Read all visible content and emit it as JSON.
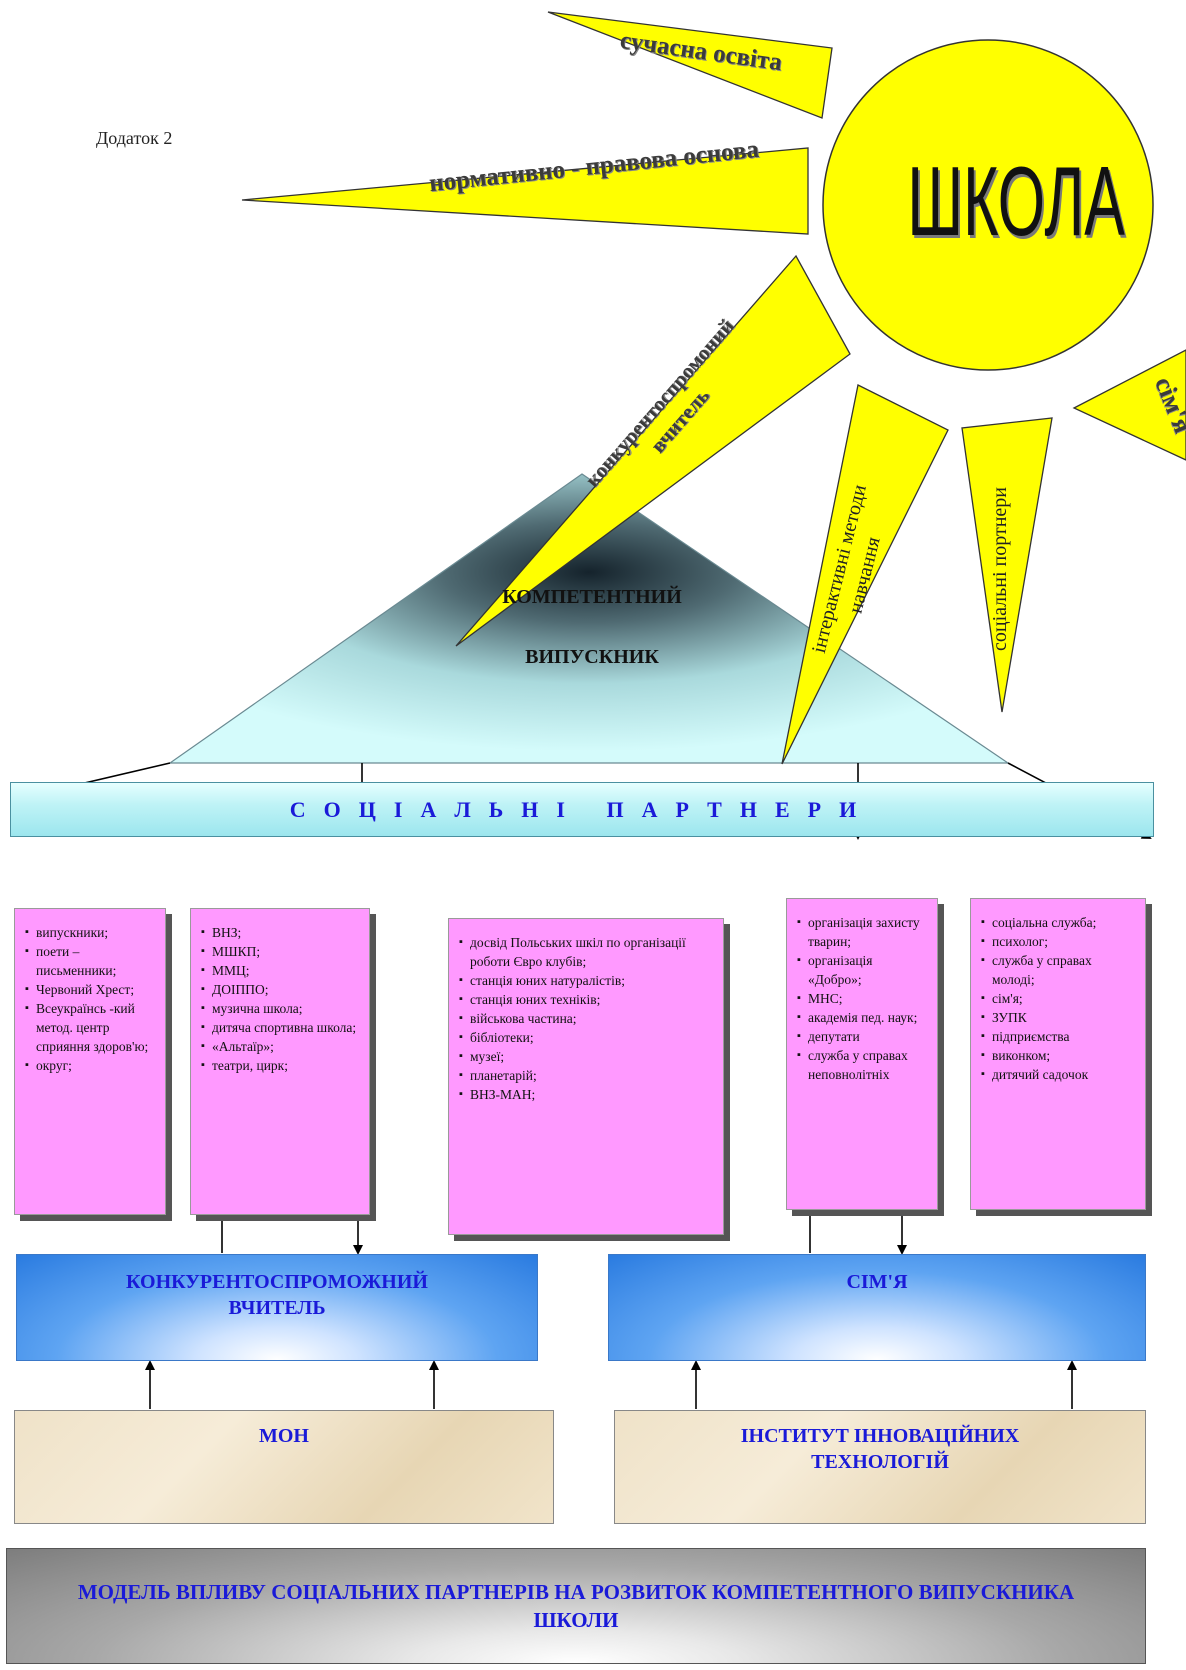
{
  "appendix_label": "Додаток 2",
  "sun": {
    "center_label": "ШКОЛА",
    "rays": [
      "сучасна освіта",
      "нормативно - правова основа",
      "конкурентоспромоний вчитель",
      "інтерактивні методи навчання",
      "соціальні портнери",
      "сім'я"
    ]
  },
  "pyramid": {
    "line1": "КОМПЕТЕНТНИЙ",
    "line2": "ВИПУСКНИК"
  },
  "partners_bar_label": "СОЦІАЛЬНІ ПАРТНЕРИ",
  "partner_lists": [
    [
      "випускники;",
      "поети – письменники;",
      "Червоний Хрест;",
      "Всеукраїнсь -кий метод. центр сприяння здоров'ю;",
      "округ;"
    ],
    [
      "ВНЗ;",
      "МШКП;",
      "ММЦ;",
      "ДОІППО;",
      "музична школа;",
      "дитяча спортивна школа;",
      "«Альтаїр»;",
      "театри, цирк;"
    ],
    [
      "досвід Польських шкіл по організації роботи Євро клубів;",
      "станція юних натуралістів;",
      "станція юних техніків;",
      "військова частина;",
      "бібліотеки;",
      "музеї;",
      "планетарій;",
      "ВНЗ-МАН;"
    ],
    [
      "організація захисту тварин;",
      "організація «Добро»;",
      "МНС;",
      "академія пед. наук;",
      "депутати",
      "служба у справах неповнолітніх"
    ],
    [
      "соціальна служба;",
      "психолог;",
      "служба у справах молоді;",
      "сім'я;",
      "ЗУПК",
      "підприємства",
      "виконком;",
      "дитячий садочок"
    ]
  ],
  "teacher_box": "КОНКУРЕНТОСПРОМОЖНИЙ ВЧИТЕЛЬ",
  "family_box": "СІМ'Я",
  "ministry_box": "МОН",
  "institute_box": "ІНСТИТУТ ІННОВАЦІЙНИХ ТЕХНОЛОГІЙ",
  "model_title": "МОДЕЛЬ ВПЛИВУ СОЦІАЛЬНИХ ПАРТНЕРІВ НА РОЗВИТОК КОМПЕТЕНТНОГО ВИПУСКНИКА ШКОЛИ",
  "colors": {
    "sun_fill": "#ffff00",
    "ray_fill": "#ffff00",
    "outline": "#333333",
    "label_blue": "#1a1ad8",
    "partner_box": "#ff99ff",
    "pyramid_light": "#d4fbfb",
    "pyramid_dark": "#15232c"
  }
}
